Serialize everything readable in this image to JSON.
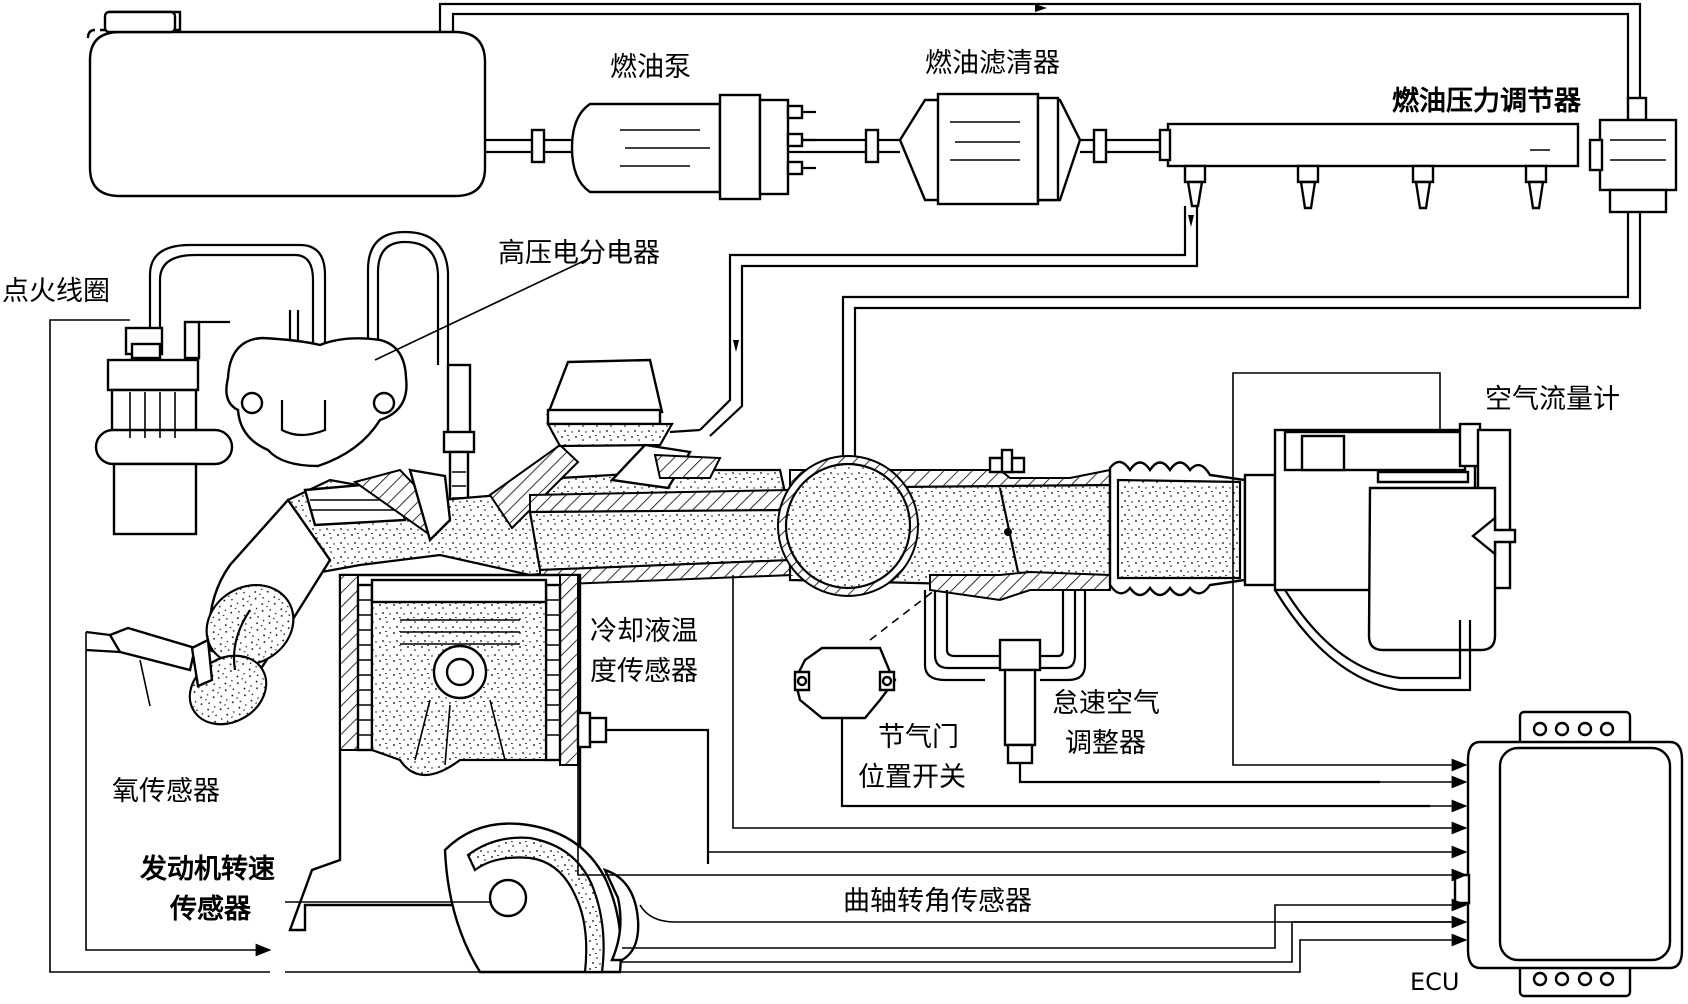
{
  "labels": {
    "fuel_pump": "燃油泵",
    "fuel_filter": "燃油滤清器",
    "fuel_pressure_regulator": "燃油压力调节器",
    "distributor": "高压电分电器",
    "ignition_coil": "点火线圈",
    "air_flow_meter": "空气流量计",
    "coolant_temp_sensor_line1": "冷却液温",
    "coolant_temp_sensor_line2": "度传感器",
    "oxygen_sensor": "氧传感器",
    "throttle_switch_line1": "节气门",
    "throttle_switch_line2": "位置开关",
    "idle_air_line1": "怠速空气",
    "idle_air_line2": "调整器",
    "engine_speed_line1": "发动机转速",
    "engine_speed_line2": "传感器",
    "crank_angle_sensor": "曲轴转角传感器",
    "ecu": "ECU"
  }
}
